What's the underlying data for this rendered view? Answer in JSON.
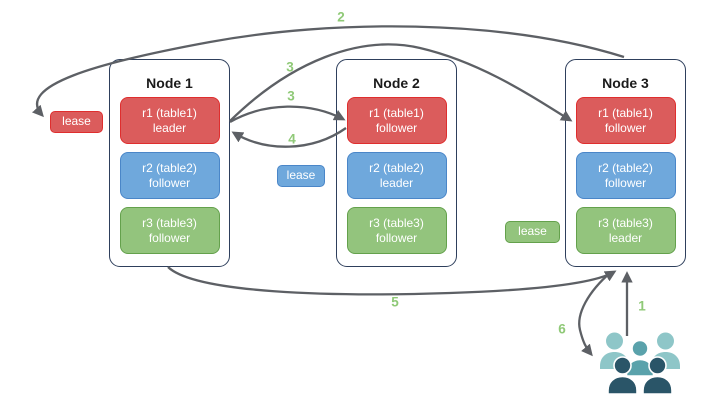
{
  "nodes": [
    {
      "title": "Node 1",
      "replicas": [
        {
          "name": "r1 (table1)",
          "role": "leader",
          "color": "red"
        },
        {
          "name": "r2 (table2)",
          "role": "follower",
          "color": "blue"
        },
        {
          "name": "r3 (table3)",
          "role": "follower",
          "color": "green"
        }
      ]
    },
    {
      "title": "Node 2",
      "replicas": [
        {
          "name": "r1 (table1)",
          "role": "follower",
          "color": "red"
        },
        {
          "name": "r2 (table2)",
          "role": "leader",
          "color": "blue"
        },
        {
          "name": "r3 (table3)",
          "role": "follower",
          "color": "green"
        }
      ]
    },
    {
      "title": "Node 3",
      "replicas": [
        {
          "name": "r1 (table1)",
          "role": "follower",
          "color": "red"
        },
        {
          "name": "r2 (table2)",
          "role": "follower",
          "color": "blue"
        },
        {
          "name": "r3 (table3)",
          "role": "leader",
          "color": "green"
        }
      ]
    }
  ],
  "leases": [
    {
      "label": "lease",
      "color": "red"
    },
    {
      "label": "lease",
      "color": "blue"
    },
    {
      "label": "lease",
      "color": "green"
    }
  ],
  "arrow_labels": {
    "s1": "1",
    "s2": "2",
    "s3a": "3",
    "s3b": "3",
    "s4": "4",
    "s5": "5",
    "s6": "6"
  },
  "icons": {
    "users_group": "users-group-icon"
  },
  "colors": {
    "red_fill": "#db5c5c",
    "red_border": "#df2e2e",
    "blue_fill": "#6fa8dc",
    "blue_border": "#4a86c8",
    "green_fill": "#93c47d",
    "green_border": "#64a14c",
    "node_border": "#2e3f5c",
    "arrow_gray": "#5d6065",
    "number_green": "#8fc977",
    "users_light": "#8ec6c8",
    "users_medium": "#5aa2ab",
    "users_dark": "#2a5568",
    "text_light": "#ffffff"
  }
}
